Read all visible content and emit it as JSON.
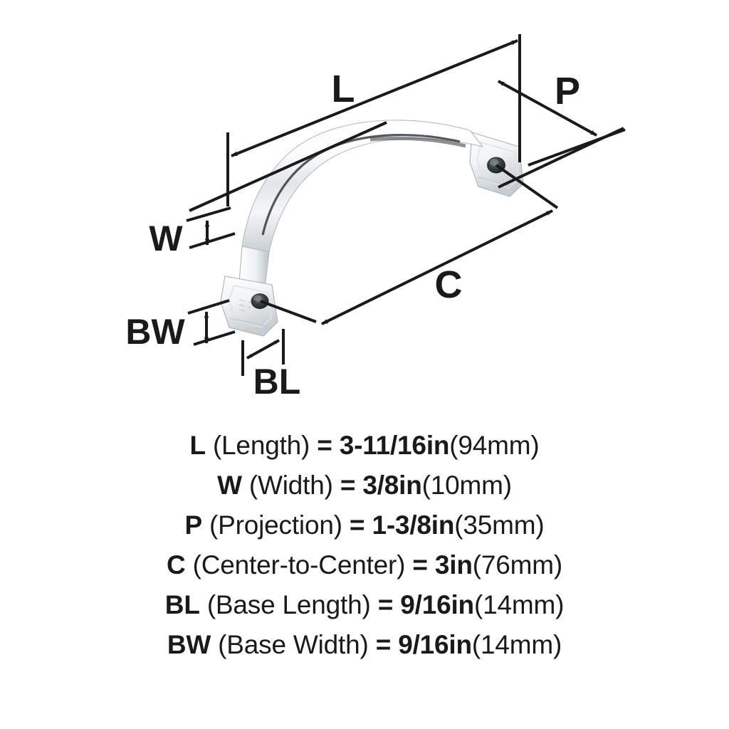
{
  "diagram": {
    "title": "Cabinet pull handle dimension diagram",
    "product": "arched chrome cabinet pull",
    "labels": {
      "L": "L",
      "W": "W",
      "P": "P",
      "C": "C",
      "BL": "BL",
      "BW": "BW"
    },
    "colors": {
      "line": "#1a1a1a",
      "text": "#1a1a1a",
      "background": "#ffffff",
      "chrome_light": "#ffffff",
      "chrome_mid": "#e8eaec",
      "chrome_shadow": "#b9bfc4",
      "chrome_dark": "#2f3538"
    }
  },
  "specs": [
    {
      "code": "L",
      "name": "(Length)",
      "eq": "=",
      "imperial": "3-11/16in",
      "metric": "(94mm)"
    },
    {
      "code": "W",
      "name": "(Width)",
      "eq": "=",
      "imperial": "3/8in",
      "metric": "(10mm)"
    },
    {
      "code": "P",
      "name": "(Projection)",
      "eq": "=",
      "imperial": "1-3/8in",
      "metric": "(35mm)"
    },
    {
      "code": "C",
      "name": "(Center-to-Center)",
      "eq": "=",
      "imperial": "3in",
      "metric": "(76mm)"
    },
    {
      "code": "BL",
      "name": "(Base Length)",
      "eq": "=",
      "imperial": "9/16in",
      "metric": "(14mm)"
    },
    {
      "code": "BW",
      "name": "(Base Width)",
      "eq": "=",
      "imperial": "9/16in",
      "metric": "(14mm)"
    }
  ]
}
